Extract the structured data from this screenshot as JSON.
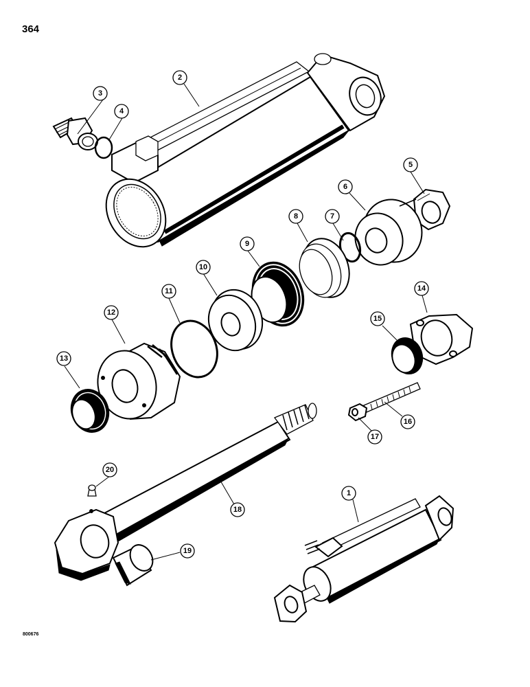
{
  "page": {
    "number": "364",
    "drawing_code": "800676"
  },
  "callouts": [
    "1",
    "2",
    "3",
    "4",
    "5",
    "6",
    "7",
    "8",
    "9",
    "10",
    "11",
    "12",
    "13",
    "14",
    "15",
    "16",
    "17",
    "18",
    "19",
    "20"
  ]
}
